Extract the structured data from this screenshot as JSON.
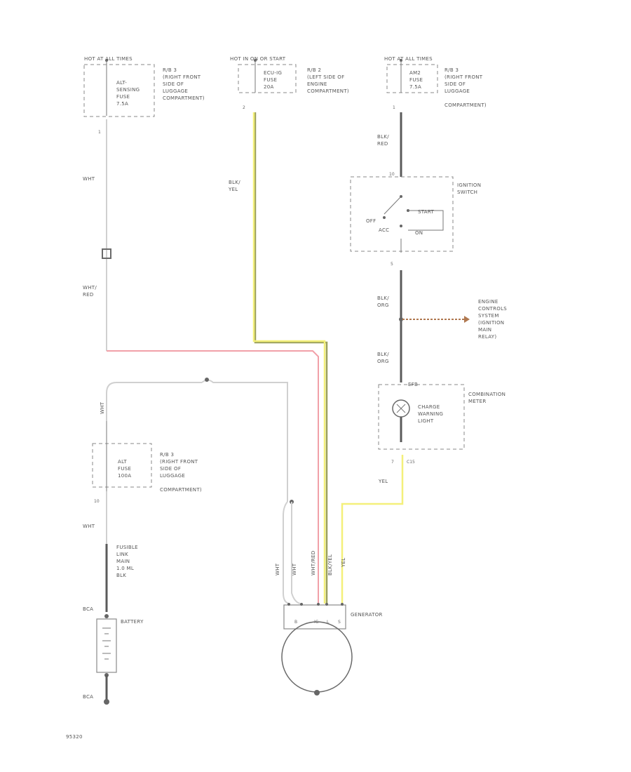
{
  "colors": {
    "wire_white": "#d0d0d0",
    "wire_black": "#6a6a6a",
    "wire_red": "#f1a0a8",
    "wire_yellow": "#f4f07a",
    "wire_black_yellow": "#9aa05c",
    "brown_line": "#b07850"
  },
  "sources": {
    "left_header": "HOT AT ALL TIMES",
    "mid_header": "HOT IN ON OR START",
    "right_header": "HOT AT ALL TIMES"
  },
  "fuse_boxes": {
    "left": {
      "fuse_label": "ALT-SENSING FUSE 7.5A",
      "fuse_lines": [
        "ALT-",
        "SENSING",
        "FUSE",
        "7.5A"
      ],
      "location_lines": [
        "R/B 3",
        "(RIGHT FRONT",
        "SIDE OF",
        "LUGGAGE",
        "COMPARTMENT)"
      ]
    },
    "mid": {
      "fuse_lines": [
        "ECU-IG",
        "FUSE",
        "20A"
      ],
      "location_lines": [
        "R/B 2",
        "(LEFT SIDE OF",
        "ENGINE",
        "COMPARTMENT)"
      ]
    },
    "right": {
      "fuse_lines": [
        "AM2",
        "FUSE",
        "7.5A"
      ],
      "location_lines": [
        "R/B 3",
        "(RIGHT FRONT",
        "SIDE OF",
        "LUGGAGE",
        "COMPARTMENT)"
      ]
    },
    "lower": {
      "fuse_lines": [
        "ALT",
        "FUSE",
        "100A"
      ],
      "location_lines": [
        "R/B 3",
        "(RIGHT FRONT",
        "SIDE OF",
        "LUGGAGE",
        "COMPARTMENT)"
      ]
    }
  },
  "pins": {
    "left_top": "1",
    "mid_top": "2",
    "right_top": "1",
    "ign_in": "10",
    "ign_out": "5",
    "lower_fuse_out": "10",
    "meter_pin": "7",
    "meter_pin2": "C15"
  },
  "wire_labels": {
    "wht_1": "WHT",
    "wht_red": [
      "WHT/",
      "RED"
    ],
    "blk_yel": [
      "BLK/",
      "YEL"
    ],
    "blk_red": [
      "BLK/",
      "RED"
    ],
    "blk_org_1": [
      "BLK/",
      "ORG"
    ],
    "blk_org_2": [
      "BLK/",
      "ORG"
    ],
    "wht_2": "WHT",
    "yel": "YEL",
    "wht_vert_a": "WHT",
    "wht_vert_b": "WHT",
    "wht_red_vert": "WHT/RED",
    "blk_yel_vert": "BLK/YEL",
    "yel_vert": "YEL"
  },
  "ignition_switch": {
    "label_lines": [
      "IGNITION",
      "SWITCH"
    ],
    "off": "OFF",
    "acc": "ACC",
    "on": "ON",
    "start": "START"
  },
  "engine_controls": [
    "ENGINE",
    "CONTROLS",
    "SYSTEM",
    "(IGNITION",
    "MAIN",
    "RELAY)"
  ],
  "combination_meter": {
    "label_lines": [
      "COMBINATION",
      "METER"
    ],
    "pin": "EFB",
    "lamp_lines": [
      "CHARGE",
      "WARNING",
      "LIGHT"
    ]
  },
  "fusible_link": [
    "FUSIBLE",
    "LINK",
    "MAIN",
    "1.0 ML",
    "BLK"
  ],
  "battery": {
    "label": "BATTERY",
    "plus_pin": "BCA",
    "minus_pin": "BCA"
  },
  "generator": {
    "label": "GENERATOR",
    "terminals": [
      "B",
      "IG",
      "L",
      "S"
    ]
  },
  "figure_id": "95320"
}
